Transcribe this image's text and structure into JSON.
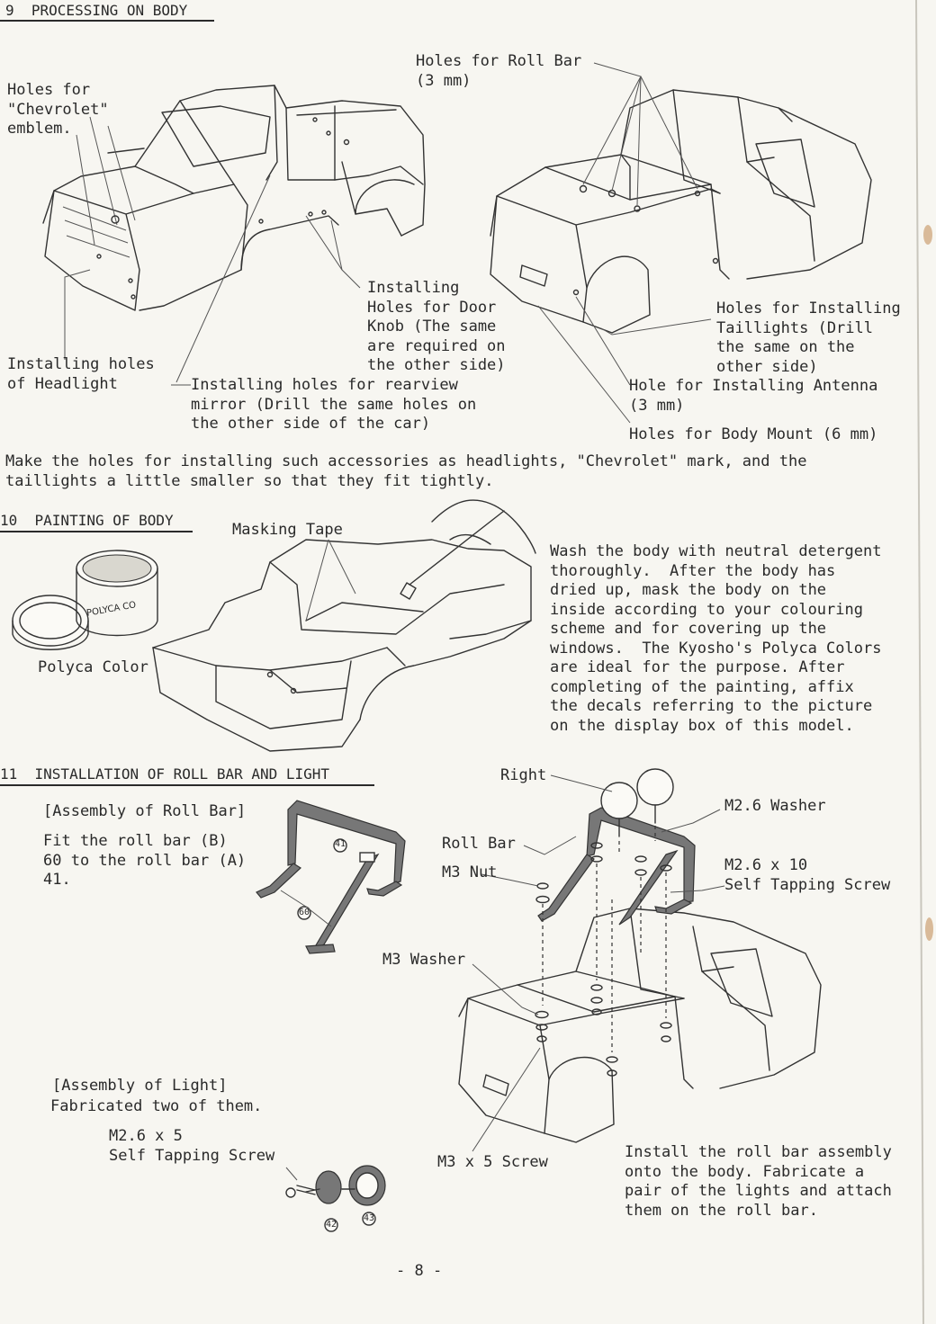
{
  "sections": {
    "s9": {
      "heading": "9  PROCESSING ON BODY",
      "labels": {
        "chevrolet": "Holes for\n\"Chevrolet\"\nemblem.",
        "roll_bar_holes": "Holes for Roll Bar\n(3 mm)",
        "door_knob": "Installing\nHoles for Door\nKnob (The same\nare required on\nthe other side)",
        "headlight": "Installing holes\nof Headlight",
        "mirror": "Installing holes for rearview\nmirror (Drill the same holes on\nthe other side of the car)",
        "taillights": "Holes for Installing\nTaillights (Drill\nthe same on the\nother side)",
        "antenna": "Hole for Installing Antenna\n(3 mm)",
        "body_mount": "Holes for Body Mount (6 mm)"
      },
      "note": "Make the holes for installing such accessories as headlights, \"Chevrolet\" mark, and the\ntaillights a little smaller so that they fit tightly."
    },
    "s10": {
      "heading": "10  PAINTING OF BODY",
      "masking_tape": "Masking Tape",
      "polyca_colors": "Polyca Color",
      "jar_label": "POLYCA CO",
      "description": "Wash the body with neutral detergent\nthoroughly.  After the body has\ndried up, mask the body on the\ninside according to your colouring\nscheme and for covering up the\nwindows.  The Kyosho's Polyca Colors\nare ideal for the purpose. After\ncompleting of the painting, affix\nthe decals referring to the picture\non the display box of this model."
    },
    "s11": {
      "heading": "11  INSTALLATION OF ROLL BAR AND LIGHT",
      "roll_bar_assembly_title": "[Assembly of Roll Bar]",
      "roll_bar_assembly_text": "Fit the roll bar (B)\n60 to the roll bar (A)\n41.",
      "part_41": "41",
      "part_60": "60",
      "labels": {
        "right": "Right",
        "m26_washer": "M2.6 Washer",
        "roll_bar": "Roll Bar",
        "m3_nut": "M3 Nut",
        "m26x10": "M2.6 x 10\nSelf Tapping Screw",
        "m3_washer": "M3 Washer",
        "m3x5": "M3 x 5 Screw"
      },
      "light_assembly_title": "[Assembly of Light]",
      "light_assembly_text": "Fabricated two of them.",
      "m26x5": "M2.6 x 5\nSelf Tapping Screw",
      "part_42": "42",
      "part_43": "43",
      "install_text": "Install the roll bar assembly\nonto the body. Fabricate a\npair of the lights and attach\nthem on the roll bar."
    }
  },
  "page_number": "- 8 -"
}
